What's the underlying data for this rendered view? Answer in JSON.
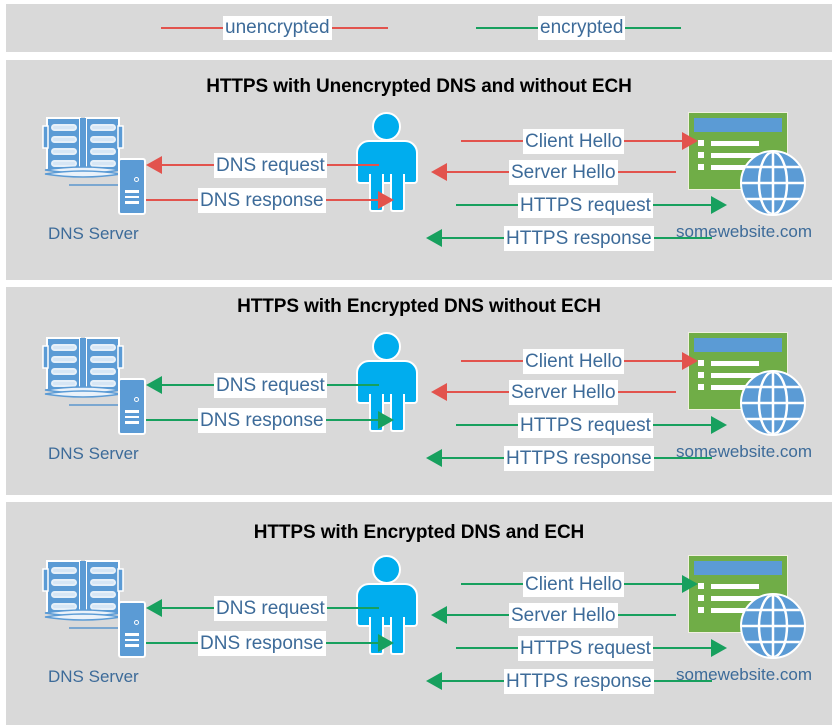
{
  "legend": {
    "items": [
      {
        "id": "unencrypted",
        "label": "unencrypted",
        "color": "#e2534d"
      },
      {
        "id": "encrypted",
        "label": "encrypted",
        "color": "#17a05e"
      }
    ]
  },
  "colors": {
    "panel_bg": "#d9d9d9",
    "page_bg": "#ffffff",
    "unencrypted": "#e2534d",
    "encrypted": "#17a05e",
    "text_blue": "#3d6b99",
    "person": "#00adee",
    "server_blue": "#5b9bd5",
    "website_green": "#70ad47",
    "title_black": "#000000"
  },
  "common": {
    "dns_server_label": "DNS Server",
    "website_label": "somewebsite.com",
    "icons": {
      "dns": "dns-server-icon",
      "book": "book-icon",
      "tower": "server-tower-icon",
      "person": "person-user-icon",
      "website": "website-window-icon",
      "globe": "globe-icon"
    }
  },
  "panels": [
    {
      "id": "panel-1",
      "title": "HTTPS with Unencrypted DNS and without ECH",
      "dns_flows": [
        {
          "label": "DNS request",
          "direction": "left",
          "encrypted": false
        },
        {
          "label": "DNS response",
          "direction": "right",
          "encrypted": false
        }
      ],
      "web_flows": [
        {
          "label": "Client Hello",
          "direction": "right",
          "encrypted": false
        },
        {
          "label": "Server Hello",
          "direction": "left",
          "encrypted": false
        },
        {
          "label": "HTTPS request",
          "direction": "right",
          "encrypted": true
        },
        {
          "label": "HTTPS response",
          "direction": "left",
          "encrypted": true
        }
      ]
    },
    {
      "id": "panel-2",
      "title": "HTTPS with Encrypted DNS without ECH",
      "dns_flows": [
        {
          "label": "DNS request",
          "direction": "left",
          "encrypted": true
        },
        {
          "label": "DNS response",
          "direction": "right",
          "encrypted": true
        }
      ],
      "web_flows": [
        {
          "label": "Client Hello",
          "direction": "right",
          "encrypted": false
        },
        {
          "label": "Server Hello",
          "direction": "left",
          "encrypted": false
        },
        {
          "label": "HTTPS request",
          "direction": "right",
          "encrypted": true
        },
        {
          "label": "HTTPS response",
          "direction": "left",
          "encrypted": true
        }
      ]
    },
    {
      "id": "panel-3",
      "title": "HTTPS with Encrypted DNS and ECH",
      "dns_flows": [
        {
          "label": "DNS request",
          "direction": "left",
          "encrypted": true
        },
        {
          "label": "DNS response",
          "direction": "right",
          "encrypted": true
        }
      ],
      "web_flows": [
        {
          "label": "Client Hello",
          "direction": "right",
          "encrypted": true
        },
        {
          "label": "Server Hello",
          "direction": "left",
          "encrypted": true
        },
        {
          "label": "HTTPS request",
          "direction": "right",
          "encrypted": true
        },
        {
          "label": "HTTPS response",
          "direction": "left",
          "encrypted": true
        }
      ]
    }
  ]
}
